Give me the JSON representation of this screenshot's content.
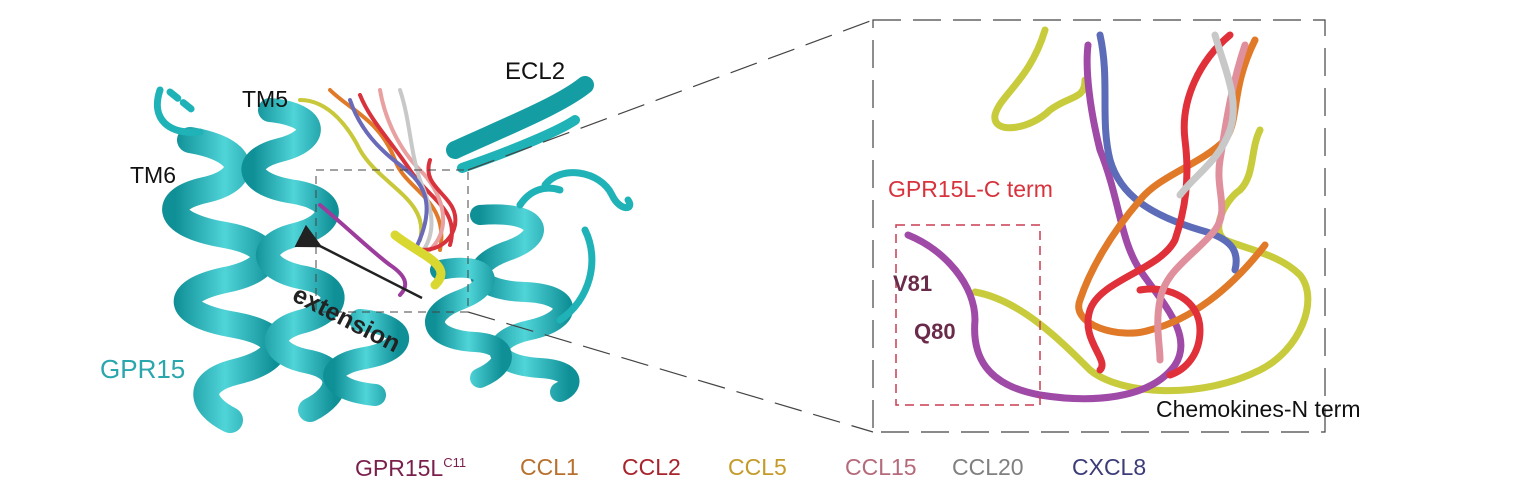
{
  "labels": {
    "ecl2": "ECL2",
    "tm5": "TM5",
    "tm6": "TM6",
    "extension": "extension",
    "gpr15": "GPR15",
    "c_term": "GPR15L-C term",
    "v81": "V81",
    "q80": "Q80",
    "n_term": "Chemokines-N term"
  },
  "legend": [
    {
      "name": "GPR15L",
      "sup": "C11",
      "color": "#7a1f4c"
    },
    {
      "name": "CCL1",
      "sup": "",
      "color": "#b8702e"
    },
    {
      "name": "CCL2",
      "sup": "",
      "color": "#a8242c"
    },
    {
      "name": "CCL5",
      "sup": "",
      "color": "#c49a2a"
    },
    {
      "name": "CCL15",
      "sup": "",
      "color": "#b46a7a"
    },
    {
      "name": "CCL20",
      "sup": "",
      "color": "#808080"
    },
    {
      "name": "CXCL8",
      "sup": "",
      "color": "#3c3c78"
    }
  ],
  "colors": {
    "receptor": "#1fb3b8",
    "c_term_label": "#d8323c",
    "dashed_box": "#c83c50"
  }
}
